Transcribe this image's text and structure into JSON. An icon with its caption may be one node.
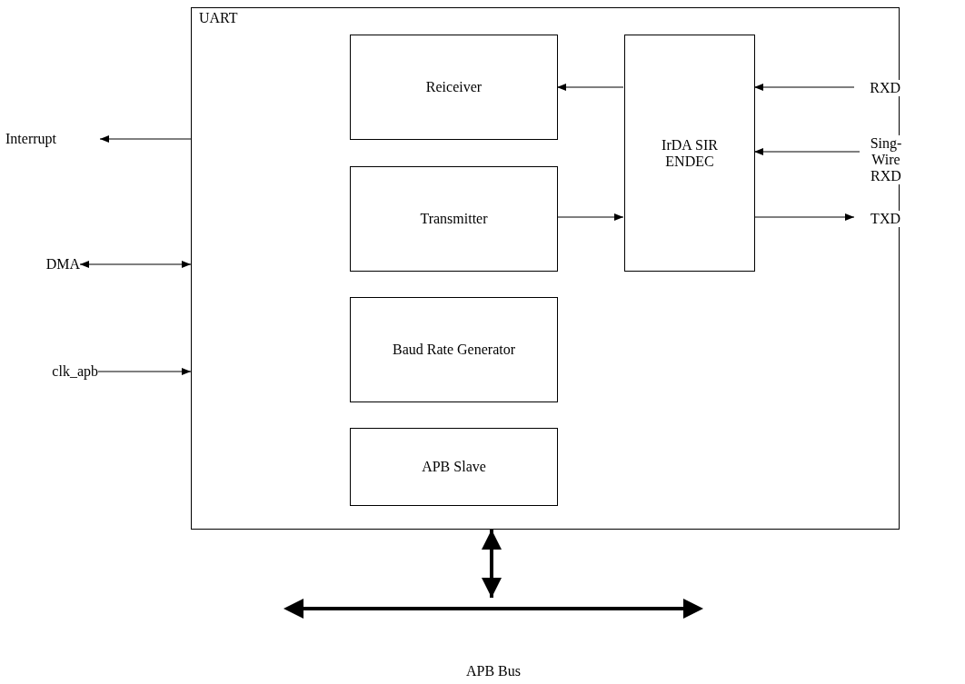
{
  "diagram": {
    "nodes": [
      {
        "text": [
          "UART"
        ]
      },
      {
        "text": [
          "Reiceiver"
        ],
        "in": 0
      },
      {
        "text": [
          "Transmitter"
        ],
        "in": 0
      },
      {
        "text": [
          "Baud Rate Generator"
        ],
        "in": 0
      },
      {
        "text": [
          "APB Slave"
        ],
        "in": 0
      },
      {
        "text": [
          "IrDA SIR ENDEC"
        ],
        "in": 0
      },
      {
        "text": [
          "Interrupt"
        ]
      },
      {
        "text": [
          "DMA"
        ]
      },
      {
        "text": [
          "clk_apb"
        ]
      },
      {
        "text": [
          "RXD"
        ],
        "in": 0
      },
      {
        "text": [
          "Sing-Wire RXD"
        ]
      },
      {
        "text": [
          "TXD"
        ],
        "in": 0
      },
      {
        "text": [],
        "shape": "bar",
        "beside": [
          "APB Bus"
        ]
      }
    ],
    "edges": [
      {
        "from": 5,
        "to": 1,
        "arrow": "to"
      },
      {
        "from": 2,
        "to": 5,
        "arrow": "to"
      },
      {
        "from": 0,
        "to": 6,
        "arrow": "to"
      },
      {
        "from": 7,
        "to": 0,
        "arrow": "both"
      },
      {
        "from": 8,
        "to": 0,
        "arrow": "to"
      },
      {
        "from": 9,
        "to": 5,
        "arrow": "to"
      },
      {
        "from": 10,
        "to": 5,
        "arrow": "to"
      },
      {
        "from": 5,
        "to": 11,
        "arrow": "to"
      },
      {
        "from": 0,
        "to": 12,
        "arrow": "both",
        "style": "thick"
      }
    ]
  }
}
